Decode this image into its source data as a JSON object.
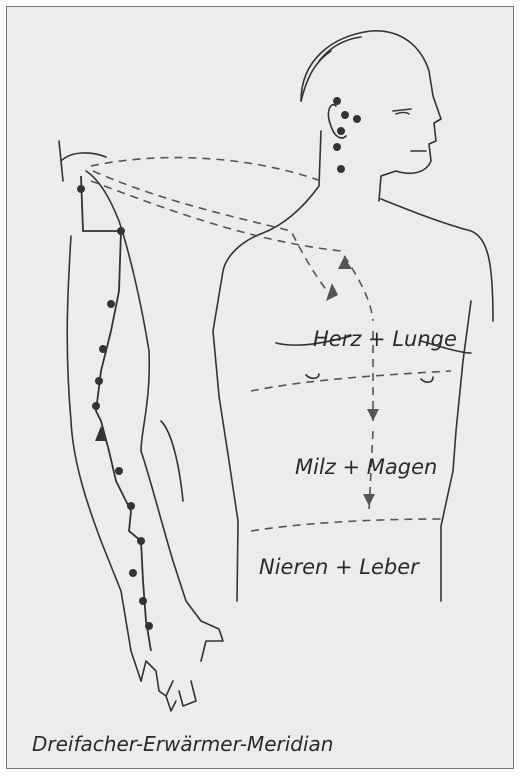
{
  "regions": {
    "upper": "Herz + Lunge",
    "middle": "Milz + Magen",
    "lower": "Nieren + Leber"
  },
  "caption": "Dreifacher-Erwärmer-Meridian",
  "colors": {
    "background": "#ececec",
    "line": "#333333",
    "meridian_dash": "#555555"
  }
}
